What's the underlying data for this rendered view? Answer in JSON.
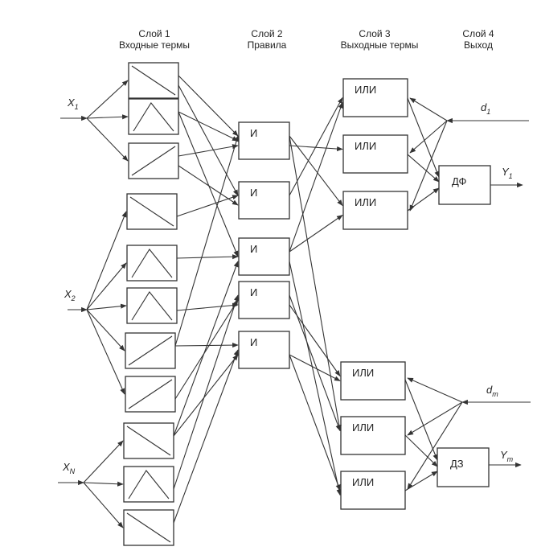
{
  "headers": {
    "layer1": {
      "title": "Слой 1",
      "subtitle": "Входные термы"
    },
    "layer2": {
      "title": "Слой 2",
      "subtitle": "Правила"
    },
    "layer3": {
      "title": "Слой 3",
      "subtitle": "Выходные термы"
    },
    "layer4": {
      "title": "Слой 4",
      "subtitle": "Выход"
    }
  },
  "inputs": {
    "x1": {
      "main": "X",
      "sub": "1"
    },
    "x2": {
      "main": "X",
      "sub": "2"
    },
    "xn": {
      "main": "X",
      "sub": "N"
    }
  },
  "targets": {
    "d1": {
      "main": "d",
      "sub": "1"
    },
    "dm": {
      "main": "d",
      "sub": "m"
    }
  },
  "outputs": {
    "y1": {
      "main": "Y",
      "sub": "1"
    },
    "ym": {
      "main": "Y",
      "sub": "m"
    }
  },
  "rule_label": "И",
  "or_label": "ИЛИ",
  "defuzz": {
    "upper": "ДФ",
    "lower": "ДЗ"
  }
}
